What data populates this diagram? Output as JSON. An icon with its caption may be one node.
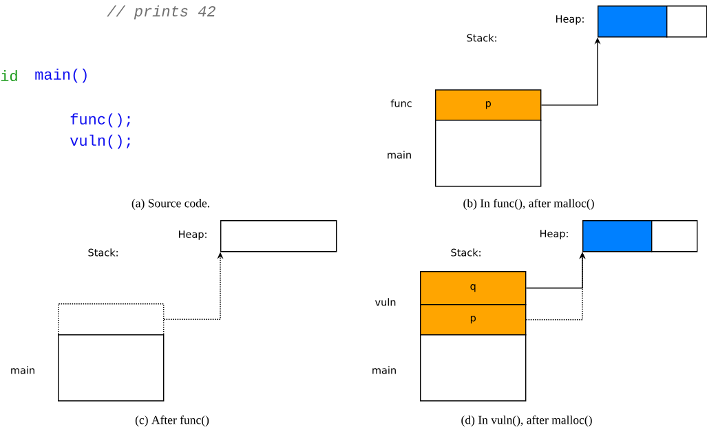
{
  "diagram": {
    "nodes": [
      {
        "text": [
          "p"
        ],
        "beside": [
          "func"
        ]
      },
      {
        "text": [],
        "shape": "box",
        "beside": [
          "main"
        ]
      },
      {
        "text": [],
        "shape": "box",
        "beside": [
          "Heap:"
        ]
      },
      {
        "text": [],
        "shape": "box"
      },
      {
        "text": [],
        "shape": "box"
      },
      {
        "text": [],
        "shape": "box",
        "beside": [
          "main"
        ]
      },
      {
        "text": [],
        "shape": "box",
        "beside": [
          "Heap:"
        ]
      },
      {
        "text": [
          "q"
        ]
      },
      {
        "text": [
          "p"
        ]
      },
      {
        "text": [],
        "shape": "box",
        "beside": [
          "main"
        ]
      },
      {
        "text": [],
        "shape": "box",
        "beside": [
          "Heap:"
        ]
      },
      {
        "text": [],
        "shape": "box"
      }
    ],
    "edges": [
      {
        "from": 0,
        "to": 2,
        "arrow": "to"
      },
      {
        "from": 4,
        "to": 6,
        "arrow": "to",
        "style": "dashed"
      },
      {
        "from": 8,
        "to": 10,
        "arrow": "to",
        "style": "dashed"
      },
      {
        "from": 7,
        "to": 10,
        "arrow": "to"
      }
    ],
    "labels": [
      "// prints 42",
      "id",
      "main()",
      "func();",
      "vuln();",
      "(a) Source code.",
      "Stack:",
      "(b) In func(), after malloc()",
      "Stack:",
      "(c) After func()",
      "Stack:",
      "vuln",
      "(d) In vuln(), after malloc()"
    ]
  }
}
